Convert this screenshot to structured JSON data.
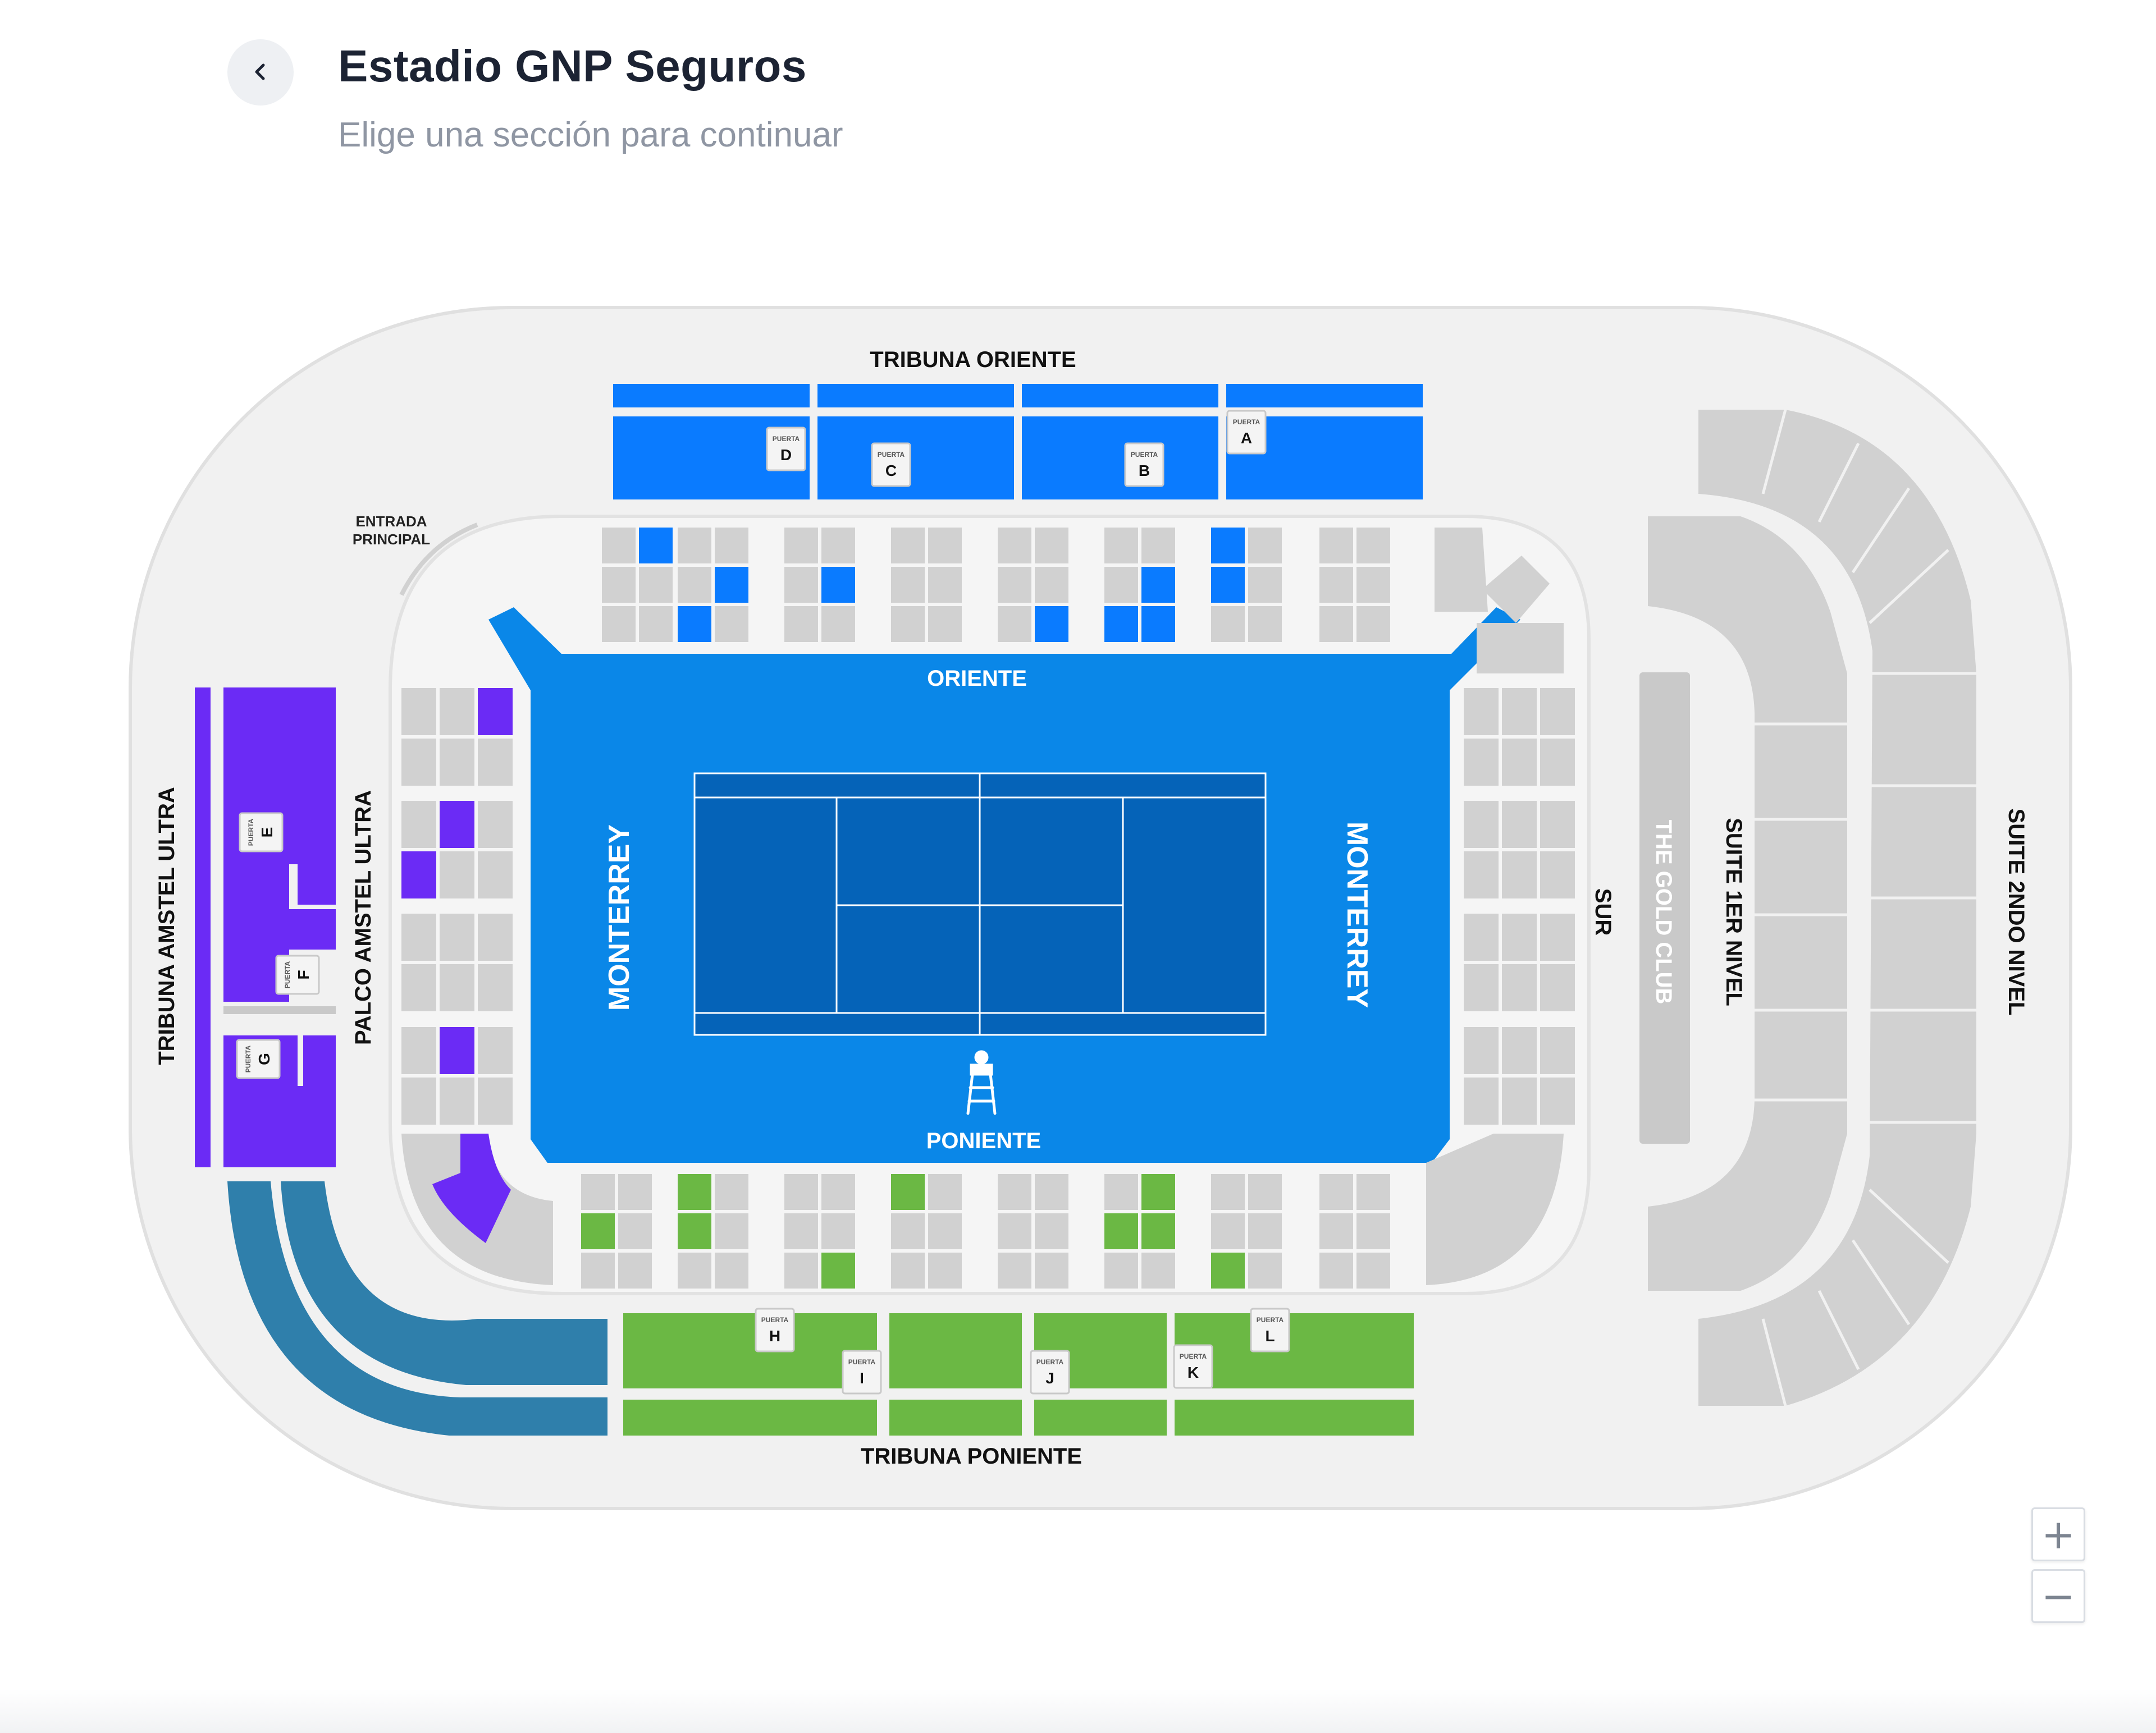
{
  "header": {
    "title": "Estadio GNP Seguros",
    "subtitle": "Elige una sección para continuar",
    "back_icon": "chevron-left-icon"
  },
  "colors": {
    "venue_bg": "#f1f1f1",
    "section_gray": "#d1d1d1",
    "oriente_blue": "#0a7bff",
    "court_surround": "#0a87e8",
    "court": "#0563b8",
    "amstel_purple": "#6b2bf5",
    "poniente_green": "#6bb844",
    "teal": "#2f7fab"
  },
  "map": {
    "tribuna_oriente": "TRIBUNA ORIENTE",
    "tribuna_poniente": "TRIBUNA PONIENTE",
    "entrada_line1": "ENTRADA",
    "entrada_line2": "PRINCIPAL",
    "oriente": "ORIENTE",
    "poniente": "PONIENTE",
    "monterrey_left": "MONTERREY",
    "monterrey_right": "MONTERREY",
    "tribuna_amstel": "TRIBUNA AMSTEL ULTRA",
    "palco_amstel": "PALCO AMSTEL ULTRA",
    "sur": "SUR",
    "gold_club": "THE GOLD CLUB",
    "suite_1er": "SUITE 1ER NIVEL",
    "suite_2ndo": "SUITE 2NDO NIVEL",
    "puerta_word": "PUERTA",
    "gates": [
      "A",
      "B",
      "C",
      "D",
      "E",
      "F",
      "G",
      "H",
      "I",
      "J",
      "K",
      "L"
    ],
    "umpire_icon": "umpire-chair-icon"
  },
  "zoom": {
    "in_label": "+",
    "out_label": "−"
  }
}
